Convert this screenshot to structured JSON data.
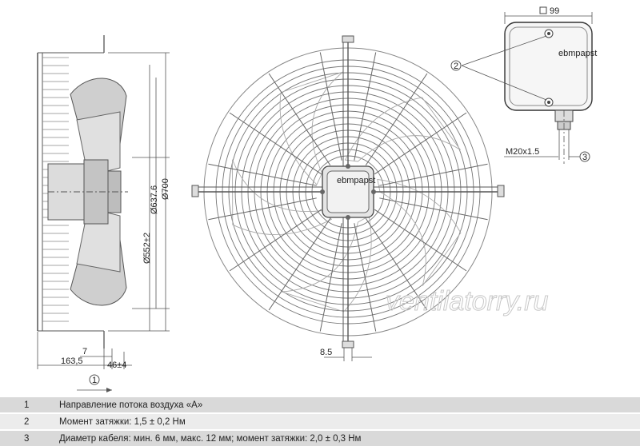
{
  "drawing": {
    "dims": {
      "d637": "Ø637.6",
      "d700": "Ø700",
      "d552": "Ø552±2",
      "w163": "163,5",
      "w7": "7",
      "w46": "46±4",
      "w85": "8.5",
      "box99": "99",
      "m20": "M20x1.5"
    },
    "callouts": {
      "c1": "1",
      "c2": "2",
      "c3": "3"
    },
    "box_brand": "ebmpapst",
    "hub_brand": "ebmpapst",
    "watermark": "ventilatorry.ru"
  },
  "legend": [
    {
      "num": "1",
      "text": "Направление потока воздуха «А»"
    },
    {
      "num": "2",
      "text": "Момент затяжки: 1,5 ± 0,2 Нм"
    },
    {
      "num": "3",
      "text": "Диаметр кабеля: мин. 6 мм, макс. 12 мм; момент затяжки: 2,0 ± 0,3 Нм"
    }
  ]
}
